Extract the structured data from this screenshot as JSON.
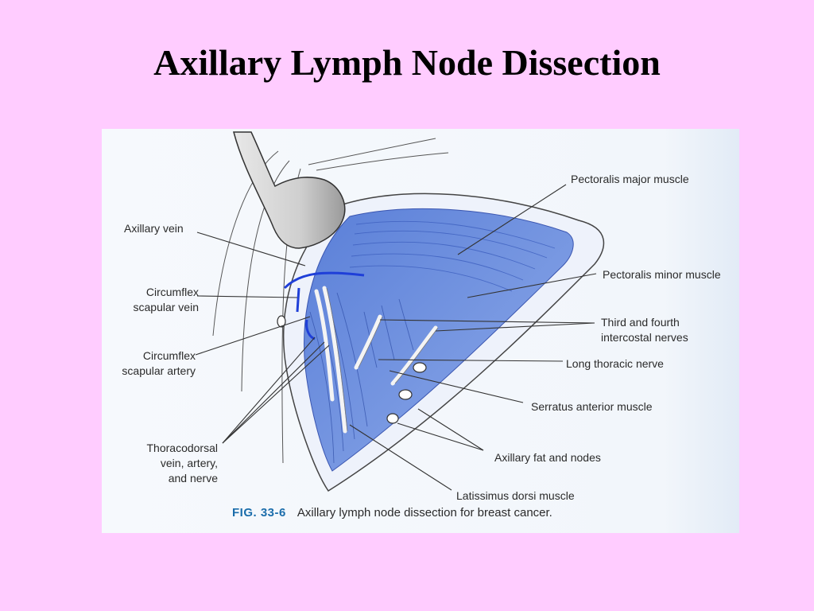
{
  "slide": {
    "title": "Axillary Lymph Node Dissection",
    "background_color": "#ffccff"
  },
  "figure": {
    "caption_label": "FIG. 33-6",
    "caption_text": "Axillary lymph node dissection for breast cancer.",
    "labels": {
      "axillary_vein": "Axillary vein",
      "circumflex_scapular_vein_1": "Circumflex",
      "circumflex_scapular_vein_2": "scapular vein",
      "circumflex_scapular_artery_1": "Circumflex",
      "circumflex_scapular_artery_2": "scapular artery",
      "thoracodorsal_1": "Thoracodorsal",
      "thoracodorsal_2": "vein, artery,",
      "thoracodorsal_3": "and nerve",
      "pectoralis_major": "Pectoralis major muscle",
      "pectoralis_minor": "Pectoralis minor muscle",
      "intercostal_1": "Third and fourth",
      "intercostal_2": "intercostal nerves",
      "long_thoracic": "Long thoracic nerve",
      "serratus": "Serratus anterior muscle",
      "axillary_fat": "Axillary fat and nodes",
      "latissimus": "Latissimus dorsi muscle"
    },
    "colors": {
      "muscle_blue": "#7f9ee6",
      "muscle_deep": "#4a6fd0",
      "fat_white": "#eef2fb",
      "vein_blue": "#1f3fd8",
      "nerve_white": "#f4f4f4",
      "caption_blue": "#1b6dab"
    }
  }
}
